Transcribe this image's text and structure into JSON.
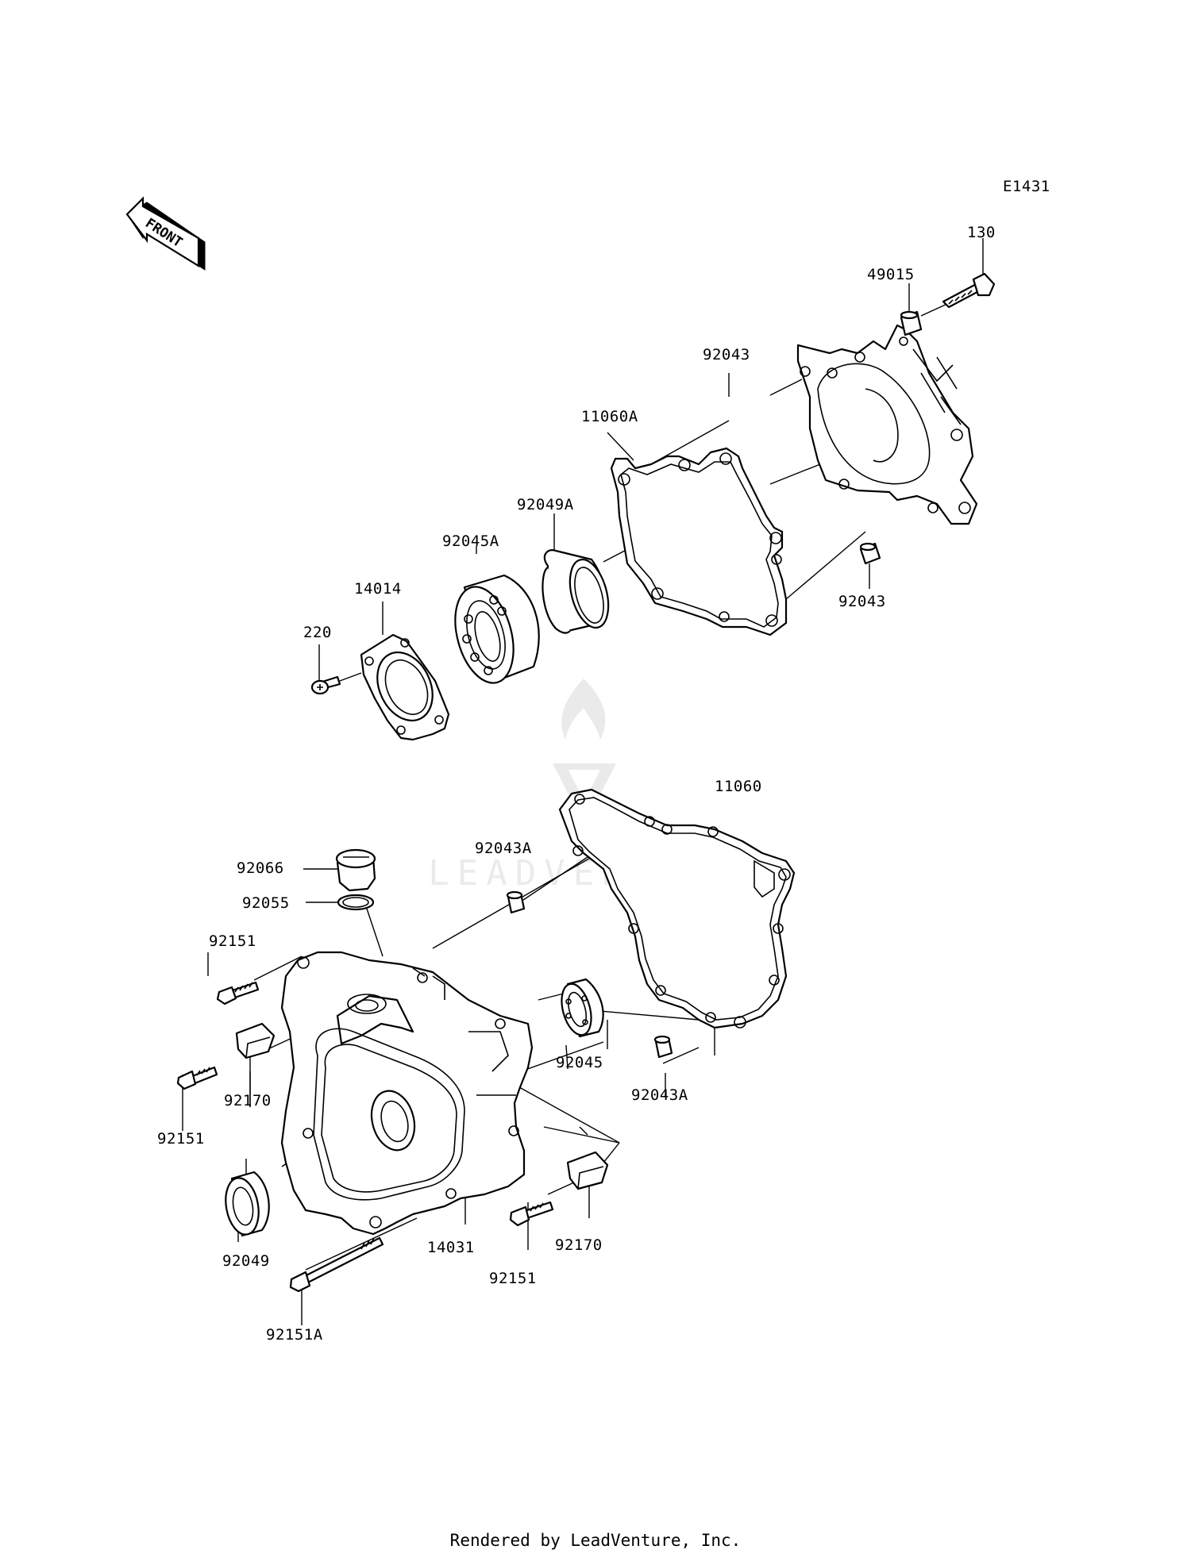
{
  "diagram": {
    "code": "E1431",
    "front_label": "FRONT",
    "footer": "Rendered by LeadVenture, Inc.",
    "watermark": "LEADVENTURE",
    "labels": [
      {
        "id": "130",
        "text": "130"
      },
      {
        "id": "49015",
        "text": "49015"
      },
      {
        "id": "92043-top",
        "text": "92043"
      },
      {
        "id": "11060A",
        "text": "11060A"
      },
      {
        "id": "92049A",
        "text": "92049A"
      },
      {
        "id": "92045A",
        "text": "92045A"
      },
      {
        "id": "14014",
        "text": "14014"
      },
      {
        "id": "220",
        "text": "220"
      },
      {
        "id": "92043-right",
        "text": "92043"
      },
      {
        "id": "11060",
        "text": "11060"
      },
      {
        "id": "92043A-top",
        "text": "92043A"
      },
      {
        "id": "92066",
        "text": "92066"
      },
      {
        "id": "92055",
        "text": "92055"
      },
      {
        "id": "92151-a",
        "text": "92151"
      },
      {
        "id": "92170-a",
        "text": "92170"
      },
      {
        "id": "92151-b",
        "text": "92151"
      },
      {
        "id": "92045",
        "text": "92045"
      },
      {
        "id": "92043A-bottom",
        "text": "92043A"
      },
      {
        "id": "92049",
        "text": "92049"
      },
      {
        "id": "14031",
        "text": "14031"
      },
      {
        "id": "92151-c",
        "text": "92151"
      },
      {
        "id": "92170-b",
        "text": "92170"
      },
      {
        "id": "92151A",
        "text": "92151A"
      }
    ]
  }
}
